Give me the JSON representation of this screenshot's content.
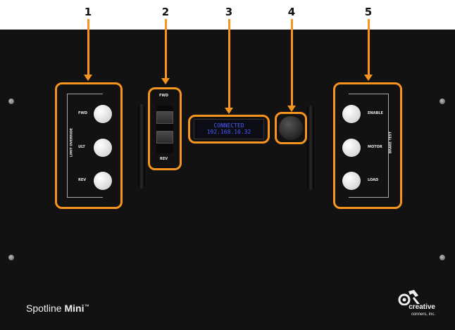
{
  "callouts": [
    "1",
    "2",
    "3",
    "4",
    "5"
  ],
  "limit_override": {
    "title": "LIMIT OVERRIDE",
    "buttons": [
      "FWD",
      "ULT",
      "REV"
    ]
  },
  "fader": {
    "top_label": "FWD",
    "bottom_label": "REV"
  },
  "display": {
    "line1": "CONNECTED",
    "line2": "192.168.10.32"
  },
  "brake_test": {
    "title": "BRAKE TEST",
    "buttons": [
      "ENABLE",
      "MOTOR",
      "LOAD"
    ]
  },
  "brand": {
    "name_light": "Spotline ",
    "name_bold": "Mini",
    "trademark": "™"
  },
  "logo": {
    "line1": "creative",
    "line2": "conners, inc."
  },
  "colors": {
    "accent": "#f7941d",
    "panel": "#121212",
    "lcd_text": "#4a5cff"
  }
}
